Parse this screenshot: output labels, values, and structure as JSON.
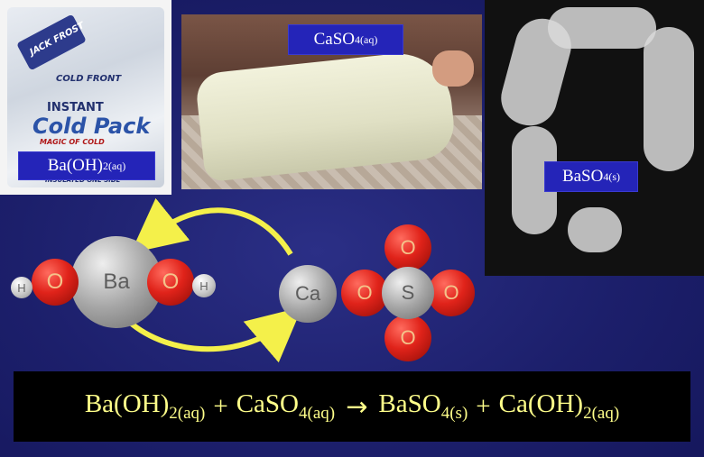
{
  "photos": {
    "cold_pack": {
      "brand": "JACK FROST",
      "line1": "COLD FRONT",
      "line2": "INSTANT",
      "line3": "Cold Pack",
      "line4": "MAGIC OF COLD",
      "line5": "INSULATED ONE SIDE",
      "label": {
        "base": "Ba(OH)",
        "sub": "2(aq)"
      }
    },
    "cast": {
      "label": {
        "base": "CaSO",
        "sub": "4(aq)"
      }
    },
    "xray": {
      "label": {
        "base": "BaSO",
        "sub": "4(s)"
      }
    }
  },
  "molecules": {
    "barium_hydroxide": {
      "center": "Ba",
      "oxygen_left": "O",
      "oxygen_right": "O",
      "hydrogen_left": "H",
      "hydrogen_right": "H"
    },
    "calcium_sulfate": {
      "calcium": "Ca",
      "sulfur": "S",
      "oxygen_top": "O",
      "oxygen_left": "O",
      "oxygen_right": "O",
      "oxygen_bottom": "O"
    }
  },
  "equation": {
    "t1_base": "Ba(OH)",
    "t1_sub": "2(aq)",
    "plus1": "+",
    "t2_base": "CaSO",
    "t2_sub": "4(aq)",
    "arrow": "→",
    "t3_base": "BaSO",
    "t3_sub": "4(s)",
    "plus2": "+",
    "t4_base": "Ca(OH)",
    "t4_sub": "2(aq)"
  },
  "colors": {
    "background": "#1c1f6b",
    "label_box": "#2424b8",
    "equation_text": "#ffff8a",
    "arrow": "#f4f04a",
    "oxygen": "#e0231a"
  }
}
